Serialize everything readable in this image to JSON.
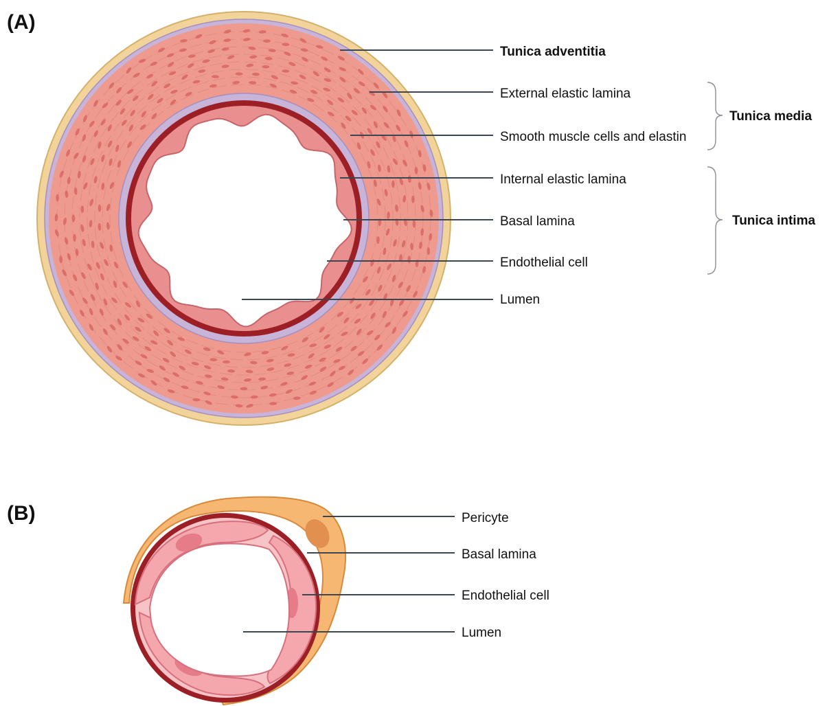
{
  "panel_a": {
    "letter": "(A)",
    "labels": {
      "adventitia": "Tunica adventitia",
      "external_elastic": "External elastic lamina",
      "smooth_muscle": "Smooth muscle cells and elastin",
      "internal_elastic": "Internal elastic lamina",
      "basal": "Basal lamina",
      "endothelial": "Endothelial cell",
      "lumen": "Lumen"
    },
    "groups": {
      "media": "Tunica media",
      "intima": "Tunica intima"
    }
  },
  "panel_b": {
    "letter": "(B)",
    "labels": {
      "pericyte": "Pericyte",
      "basal": "Basal lamina",
      "endothelial": "Endothelial cell",
      "lumen": "Lumen"
    }
  },
  "colors": {
    "adventitia": "#f2d49a",
    "adventitia_edge": "#d4b06a",
    "elastic_lamina": "#c8b4d8",
    "media": "#ee9a8e",
    "muscle_nucleus": "#dc6e68",
    "basal_lamina": "#9c1f26",
    "endothelium": "#ea8f90",
    "pericyte": "#f6b772",
    "pericyte_nucleus": "#e29050",
    "capillary_endo": "#f5a7ae",
    "capillary_nucleus": "#e67c88"
  }
}
